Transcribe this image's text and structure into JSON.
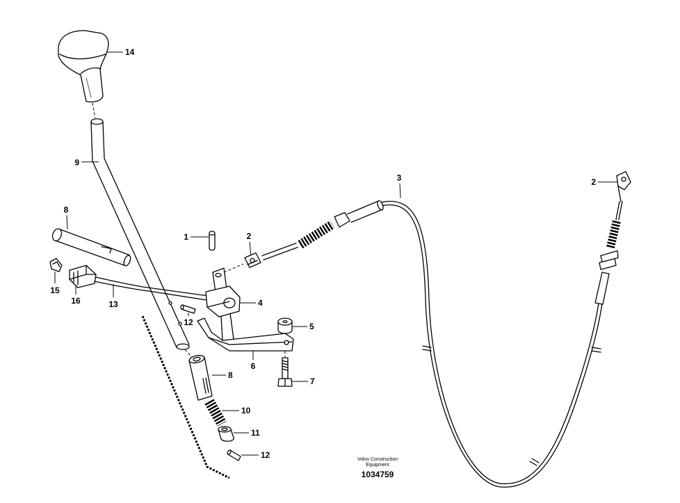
{
  "callouts": {
    "knob": "14",
    "lever": "9",
    "tube_upper": "8",
    "pin": "1",
    "clevis_left": "2",
    "cable": "3",
    "clevis_right": "2",
    "clip": "15",
    "connector": "16",
    "wire": "13",
    "pin_upper": "12",
    "bracket": "4",
    "spacer": "5",
    "plate": "6",
    "bolt": "7",
    "sleeve_lower": "8",
    "spring": "10",
    "bushing": "11",
    "pin_lower": "12"
  },
  "footer": {
    "brand_line1": "Volvo Construction",
    "brand_line2": "Equipment",
    "drawing_number": "1034759"
  }
}
